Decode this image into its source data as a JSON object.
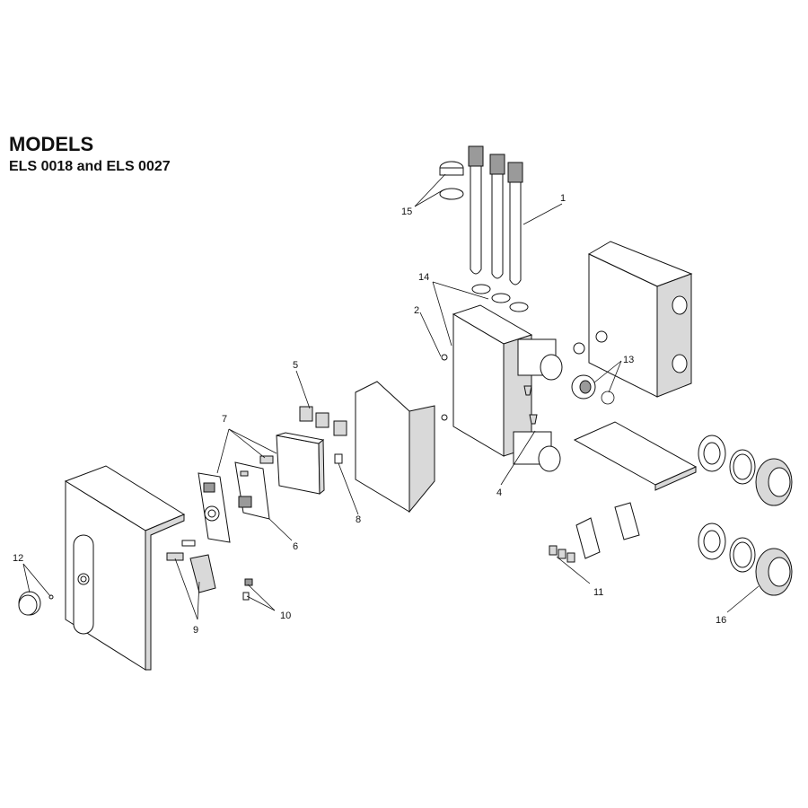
{
  "header": {
    "title": "MODELS",
    "subtitle": "ELS 0018 and ELS 0027"
  },
  "callouts": [
    "1",
    "2",
    "4",
    "5",
    "6",
    "7",
    "8",
    "9",
    "10",
    "11",
    "12",
    "13",
    "14",
    "15",
    "16"
  ]
}
